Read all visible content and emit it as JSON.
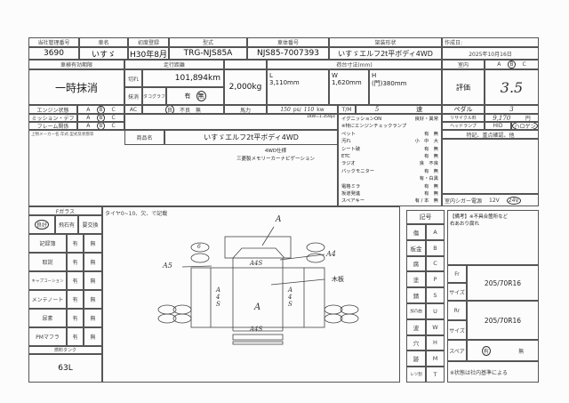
{
  "top": {
    "labels": {
      "mgmt_no": "当社管理番号",
      "car_name": "車名",
      "first_reg": "初度登録",
      "model": "型式",
      "chassis_no": "車体番号",
      "body_type": "架装形状",
      "created": "作成日:"
    },
    "values": {
      "mgmt_no": "3690",
      "car_name": "いすゞ",
      "first_reg": "H30年8月",
      "model": "TRG-NJS85A",
      "chassis_no": "NJS85-7007393",
      "body_type": "いすゞエルフ2t平ボディ4WD",
      "created": "2025年10月16日"
    }
  },
  "row2": {
    "inspection_label": "車検有効期限",
    "inspection_value": "一時抹消",
    "expired_label": "切れ",
    "cancelled_label": "抹消",
    "mileage_label": "走行距離",
    "mileage": "101,894km",
    "tacho_label": "タコグラフ",
    "tacho_yes": "有",
    "tacho_no": "無",
    "load": "2,000kg",
    "bed_label": "荷台寸法(mm)",
    "bed_L_label": "L",
    "bed_L": "3,110mm",
    "bed_W_label": "W",
    "bed_W": "1,620mm",
    "bed_H_label": "H",
    "bed_H": "(門)380mm",
    "interior_label": "室内",
    "interior_opts": [
      "A",
      "B",
      "C"
    ],
    "score_label": "評価",
    "score": "3.5"
  },
  "conditions": [
    {
      "label": "エンジン状態",
      "opts": [
        "A",
        "B",
        "C"
      ],
      "selected": "B"
    },
    {
      "label": "ミッション・デフ",
      "opts": [
        "A",
        "B",
        "C"
      ],
      "selected": "B"
    },
    {
      "label": "フレーム関係",
      "opts": [
        "A",
        "B",
        "C"
      ],
      "selected": "B"
    }
  ],
  "ac": {
    "label": "AC",
    "opts": [
      "良",
      "不良",
      "無"
    ]
  },
  "power": {
    "label": "馬力",
    "ps": "150",
    "ps_unit": "ps/",
    "kw": "110",
    "kw_unit": "kw",
    "note": "1KW=1.359ps"
  },
  "tm": {
    "label": "T/M",
    "speeds": "5",
    "unit": "速"
  },
  "pedal": {
    "label": "ペダル",
    "value": "3"
  },
  "recycle": {
    "label": "リサイクル料",
    "value": "9,170",
    "unit": "円"
  },
  "headlamp": {
    "label": "ヘッドランプ",
    "opts": [
      "HID",
      "ハロゲン"
    ]
  },
  "notes_title": "特記、重点確認、他",
  "cigar": {
    "label": "室内シガー電源",
    "opts": [
      "12V",
      "24V"
    ]
  },
  "upper": {
    "label": "上物メーカー名.年式.型式及状態等",
    "product_label": "商品名",
    "product": "いすゞエルフ2t平ボディ4WD",
    "lines": [
      "4WD仕様",
      "三菱製メモリーカーナビゲーション"
    ]
  },
  "equipment": [
    {
      "label": "イグニッションON",
      "opts": "良好・異常"
    },
    {
      "label": "※特にエンジンチェックランプ",
      "opts": ""
    },
    {
      "label": "ペット",
      "opts": "有　無"
    },
    {
      "label": "汚れ",
      "opts": "小　中　大"
    },
    {
      "label": "シート破",
      "opts": "有　無"
    },
    {
      "label": "ETC",
      "opts": "有　無"
    },
    {
      "label": "ラジオ",
      "opts": "良　不良"
    },
    {
      "label": "バックモニター",
      "opts": "有　無"
    },
    {
      "label": "",
      "opts": "有・白黒"
    },
    {
      "label": "電格ミラ",
      "opts": "有　無"
    },
    {
      "label": "坂道発進",
      "opts": "有　無"
    },
    {
      "label": "スペアキー",
      "opts": "有 / 本　無"
    }
  ],
  "glass": {
    "label": "Fガラス",
    "opts": [
      "良好",
      "飛石有",
      "要交換"
    ]
  },
  "docs": [
    {
      "label": "記録簿",
      "yes": "有",
      "no": "無"
    },
    {
      "label": "取説",
      "yes": "有",
      "no": "無"
    },
    {
      "label": "キャプコーション",
      "yes": "有",
      "no": "無"
    },
    {
      "label": "メンテノート",
      "yes": "有",
      "no": "無"
    },
    {
      "label": "尿素",
      "yes": "有",
      "no": "無"
    },
    {
      "label": "PMマフラ",
      "yes": "有",
      "no": "無"
    }
  ],
  "fuel": {
    "label": "燃料タンク",
    "value": "63L"
  },
  "diagram": {
    "caption": "タイヤ0~10、欠、で記載",
    "annotations": {
      "top": "A",
      "left": "A5",
      "right": "A4",
      "front": "A4S",
      "rear": "A4S",
      "center": "A",
      "leftpanel": "A4S",
      "rightpanel": "A4S",
      "wood": "木板",
      "tire": "6"
    }
  },
  "legend": {
    "title": "記号",
    "rows": [
      [
        "傷",
        "A"
      ],
      [
        "板金",
        "B"
      ],
      [
        "腐",
        "C"
      ],
      [
        "塗",
        "P"
      ],
      [
        "錆",
        "S"
      ],
      [
        "加凸曲",
        "U"
      ],
      [
        "波",
        "W"
      ],
      [
        "穴",
        "H"
      ],
      [
        "跡",
        "M"
      ],
      [
        "レツ割",
        "T"
      ]
    ]
  },
  "remarks": {
    "title": "【備考】※不具合箇所など",
    "text": "右あおり腐れ"
  },
  "tires": {
    "fr_label": "Fr",
    "rr_label": "Rr",
    "size_label": "サイズ",
    "fr": "205/70R16",
    "rr": "205/70R16",
    "spare_label": "スペア",
    "spare_yes": "有",
    "spare_no": "無",
    "footer": "※状態は社内基準による"
  }
}
